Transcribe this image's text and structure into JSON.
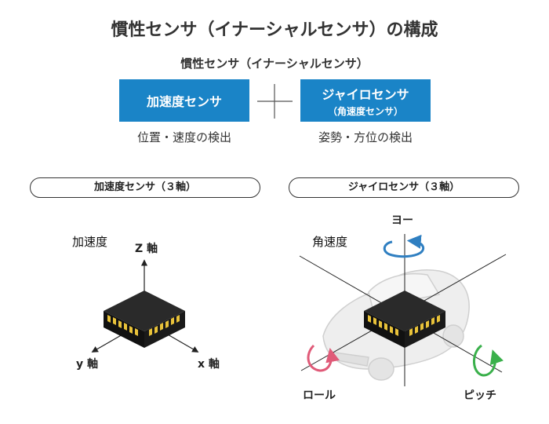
{
  "title": "慣性センサ（イナーシャルセンサ）の構成",
  "subtitle": "慣性センサ（イナーシャルセンサ）",
  "left_box": {
    "label": "加速度センサ",
    "caption": "位置・速度の検出"
  },
  "right_box": {
    "label": "ジャイロセンサ",
    "sublabel": "（角速度センサ）",
    "caption": "姿勢・方位の検出"
  },
  "left_panel": {
    "header": "加速度センサ（３軸）",
    "quantity": "加速度",
    "axes": {
      "z": "Z 軸",
      "y": "y 軸",
      "x": "x 軸"
    }
  },
  "right_panel": {
    "header": "ジャイロセンサ（３軸）",
    "quantity": "角速度",
    "rotations": {
      "yaw": "ヨー",
      "roll": "ロール",
      "pitch": "ピッチ"
    }
  },
  "colors": {
    "accent": "#1a84c7",
    "yaw": "#2f7fc1",
    "roll": "#e05a78",
    "pitch": "#3ab04b",
    "chip": "#1f1f1f",
    "pins": "#e8c23a"
  }
}
